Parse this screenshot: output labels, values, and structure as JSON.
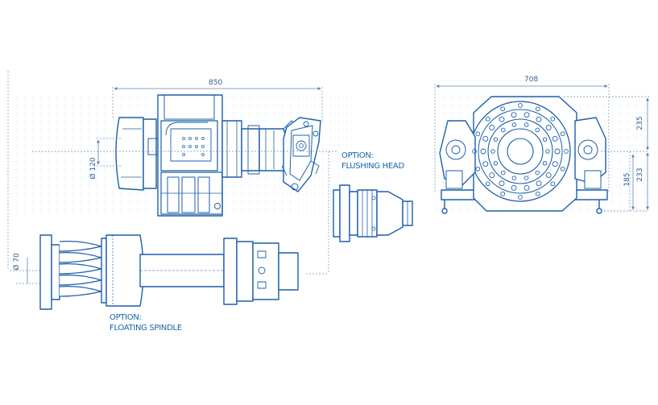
{
  "dimensions": {
    "side_length": "850",
    "front_width": "708",
    "spindle_dia": "Ø 120",
    "float_dia": "Ø 70",
    "height_235": "235",
    "height_185": "185",
    "height_233": "233"
  },
  "options": {
    "flushing_head_line1": "OPTION:",
    "flushing_head_line2": "FLUSHING HEAD",
    "floating_spindle_line1": "OPTION:",
    "floating_spindle_line2": "FLOATING SPINDLE"
  },
  "colors": {
    "line": "#1b5fa8",
    "dim": "#6f90b8",
    "grid": "#dde6f0",
    "light": "#cfdceb"
  }
}
